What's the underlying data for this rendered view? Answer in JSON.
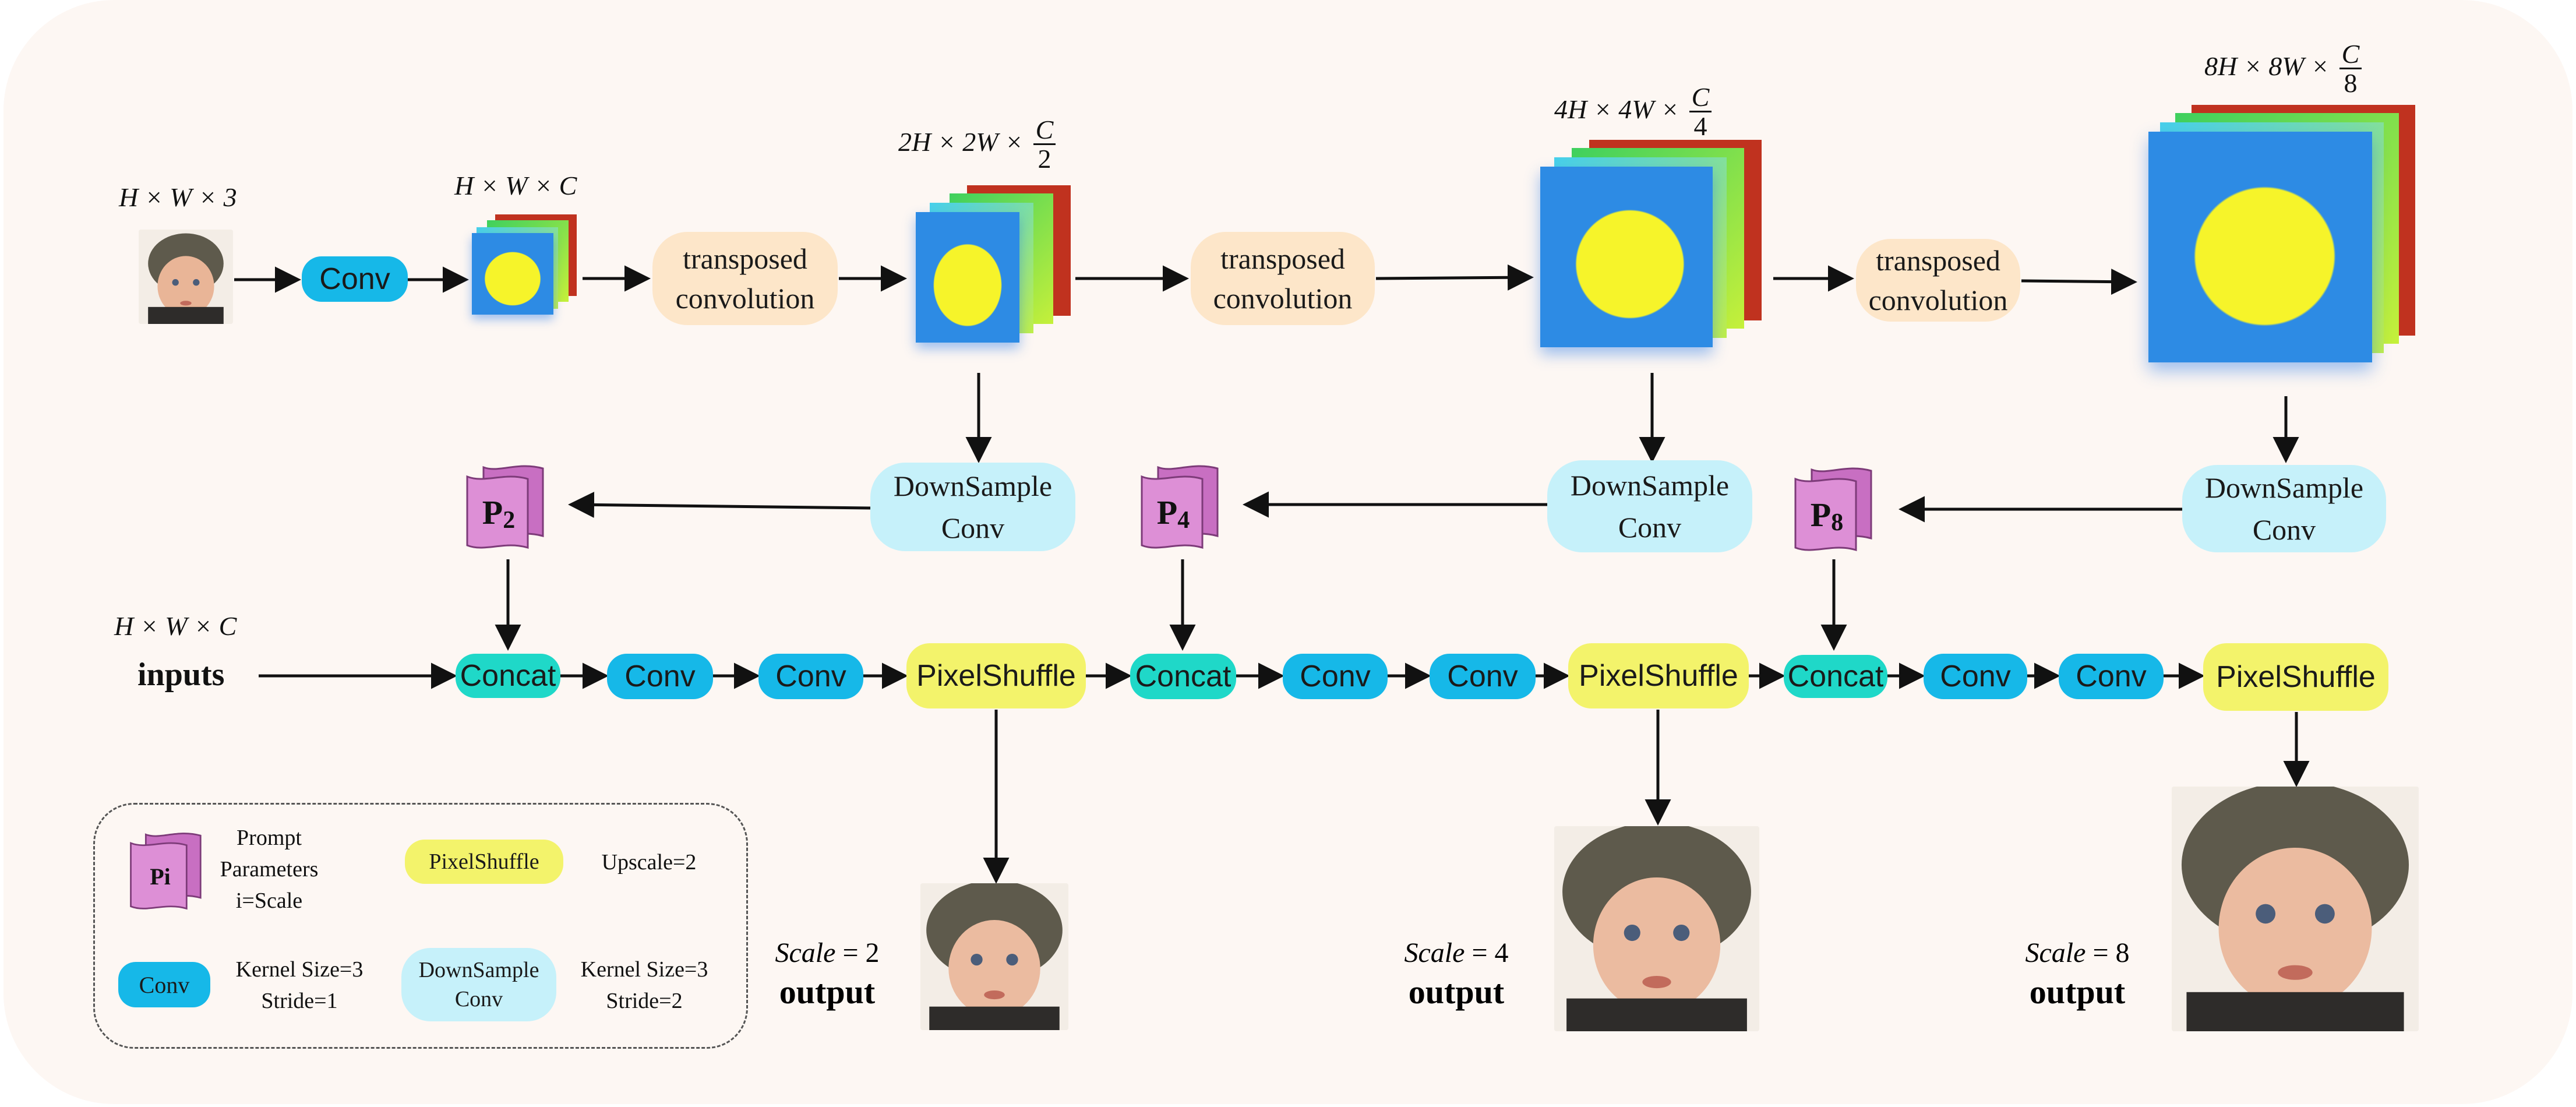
{
  "colors": {
    "conv": "#16b8e8",
    "concat": "#1fd8c8",
    "pixelshuffle": "#f3f36b",
    "transposed_conv": "#fde6c9",
    "downsample_conv": "#c6f1fa",
    "prompt": "#dd8fd6"
  },
  "top_branch": {
    "input_dim": "H × W × 3",
    "conv": "Conv",
    "feat1_dim": "H × W × C",
    "tconv1": "transposed\nconvolution",
    "feat2_dim": {
      "prefix": "2H × 2W ×",
      "num": "C",
      "den": "2"
    },
    "tconv2": "transposed\nconvolution",
    "feat3_dim": {
      "prefix": "4H × 4W ×",
      "num": "C",
      "den": "4"
    },
    "tconv3": "transposed\nconvolution",
    "feat4_dim": {
      "prefix": "8H × 8W ×",
      "num": "C",
      "den": "8"
    }
  },
  "downsample": {
    "label": "DownSample\nConv"
  },
  "prompts": {
    "p2": {
      "letter": "P",
      "sub": "2"
    },
    "p4": {
      "letter": "P",
      "sub": "4"
    },
    "p8": {
      "letter": "P",
      "sub": "8"
    }
  },
  "bottom_branch": {
    "input_dim": "H × W × C",
    "inputs_label": "inputs",
    "concat": "Concat",
    "conv": "Conv",
    "pixelshuffle": "PixelShuffle"
  },
  "outputs": [
    {
      "scale_word": "Scale",
      "scale_value": " = 2",
      "label": "output"
    },
    {
      "scale_word": "Scale",
      "scale_value": " = 4",
      "label": "output"
    },
    {
      "scale_word": "Scale",
      "scale_value": " = 8",
      "label": "output"
    }
  ],
  "legend": {
    "prompt_icon": "Pi",
    "prompt_text": "Prompt\nParameters\ni=Scale",
    "pixelshuffle_label": "PixelShuffle",
    "pixelshuffle_text": "Upscale=2",
    "conv_label": "Conv",
    "conv_text": "Kernel Size=3\nStride=1",
    "downsample_label": "DownSample\nConv",
    "downsample_text": "Kernel Size=3\nStride=2"
  }
}
